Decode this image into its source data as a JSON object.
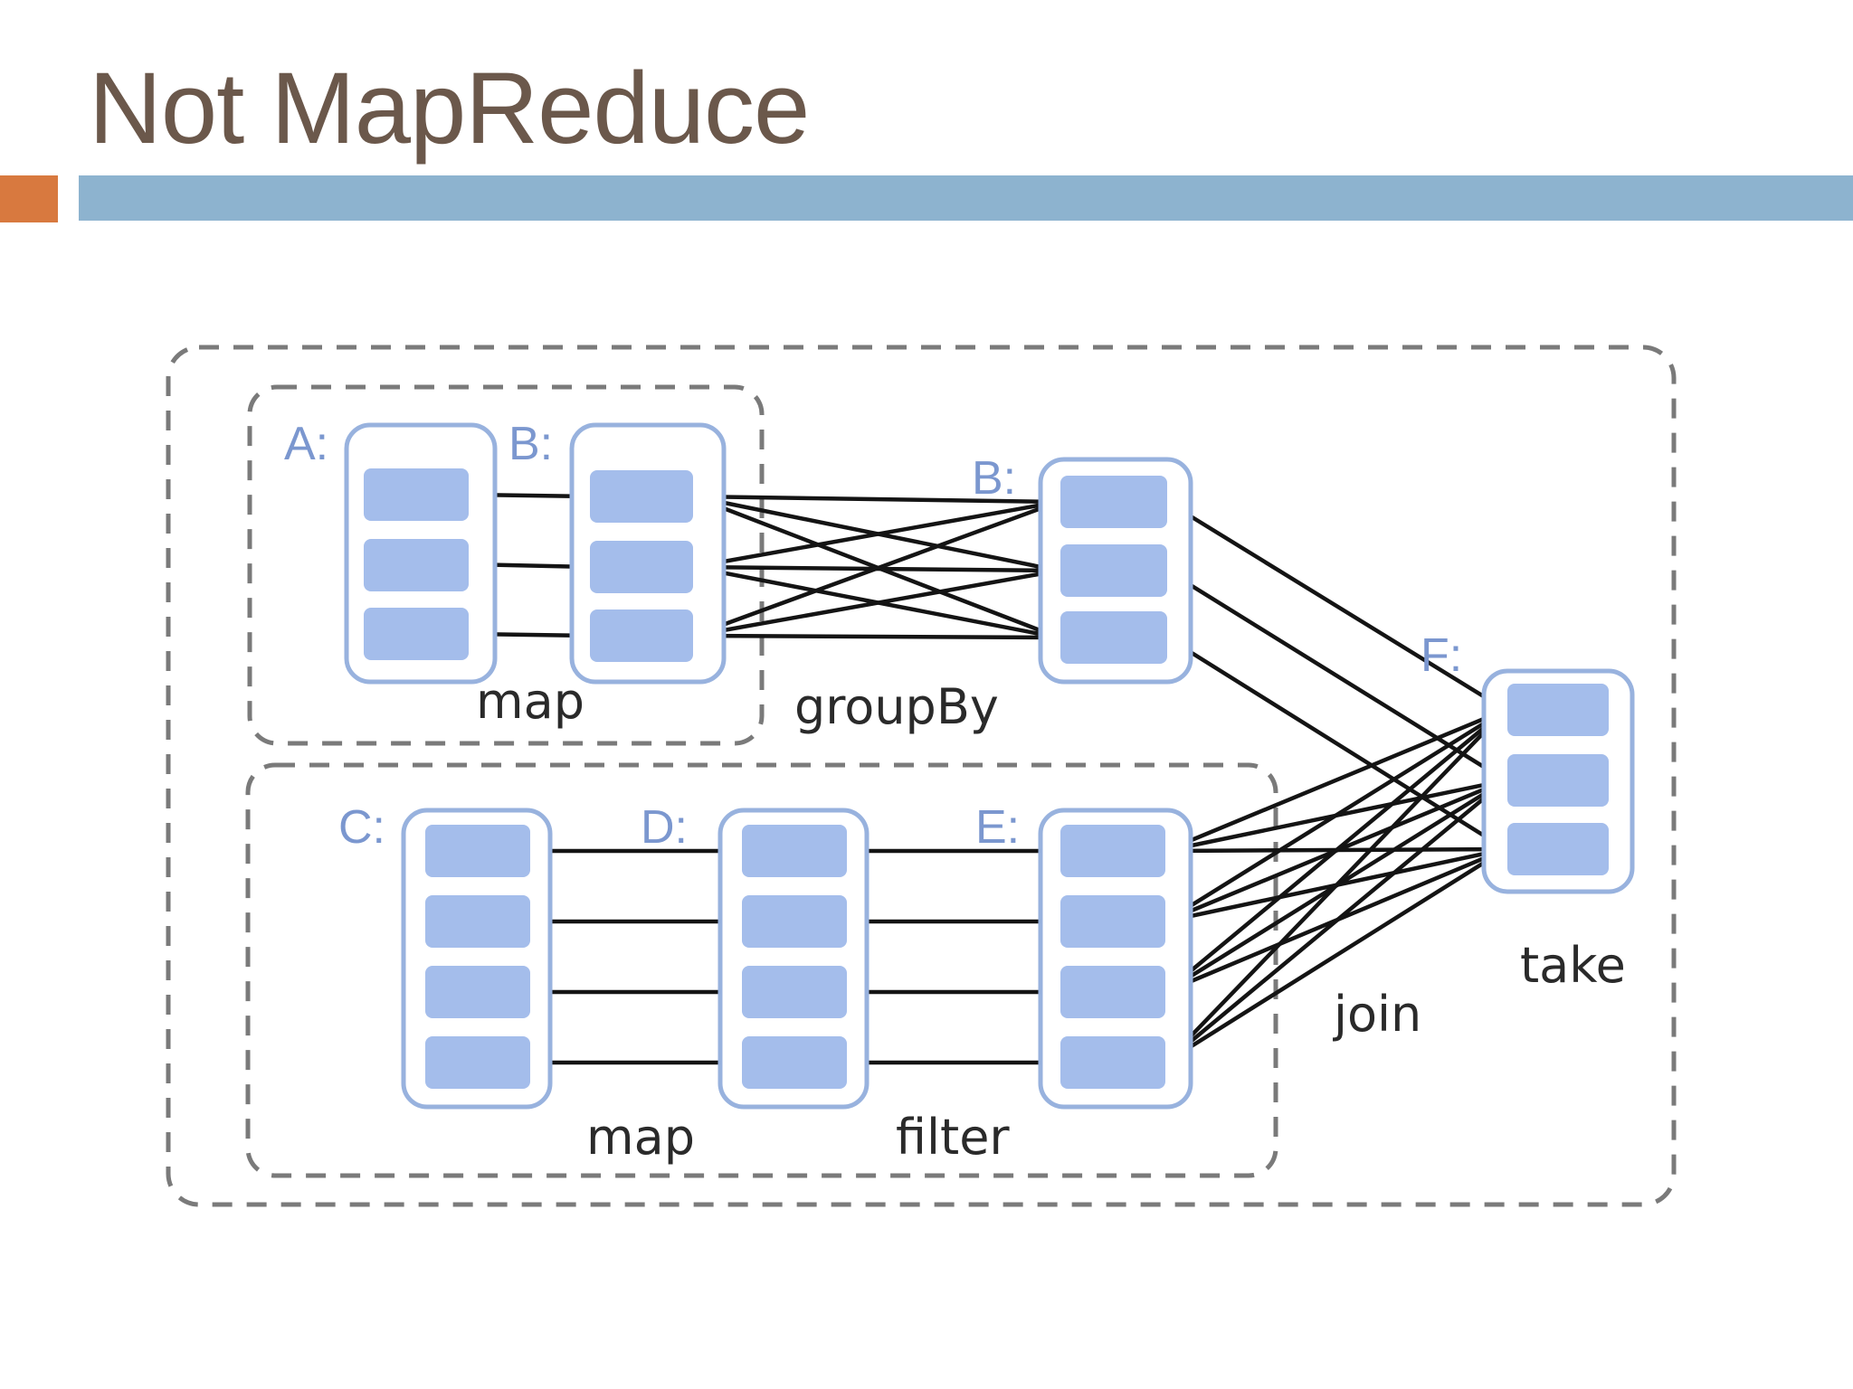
{
  "slide": {
    "title": "Not MapReduce",
    "colors": {
      "title": "#6b584b",
      "accent_square": "#d8793f",
      "title_rule": "#8db3cf"
    }
  },
  "diagram": {
    "colors": {
      "partition_fill": "#a4bdeb",
      "rdd_border": "#98b2de",
      "dataset_label": "#7b97cf",
      "stage_border": "#7a7a7a",
      "edge": "#141414"
    },
    "datasets": [
      {
        "id": "A1",
        "label": "A:",
        "partitions": 3
      },
      {
        "id": "B1",
        "label": "B:",
        "partitions": 3
      },
      {
        "id": "B2",
        "label": "B:",
        "partitions": 3
      },
      {
        "id": "C",
        "label": "C:",
        "partitions": 4
      },
      {
        "id": "D",
        "label": "D:",
        "partitions": 4
      },
      {
        "id": "E",
        "label": "E:",
        "partitions": 4
      },
      {
        "id": "F",
        "label": "F:",
        "partitions": 3
      }
    ],
    "operations": [
      {
        "id": "map1",
        "label": "map",
        "from": "A1",
        "to": "B1",
        "kind": "narrow"
      },
      {
        "id": "groupBy",
        "label": "groupBy",
        "from": "B1",
        "to": "B2",
        "kind": "wide"
      },
      {
        "id": "map2",
        "label": "map",
        "from": "C",
        "to": "D",
        "kind": "narrow"
      },
      {
        "id": "filter",
        "label": "filter",
        "from": "D",
        "to": "E",
        "kind": "narrow"
      },
      {
        "id": "join",
        "label": "join",
        "from": "B2,E",
        "to": "F",
        "kind": "wide"
      },
      {
        "id": "take",
        "label": "take",
        "from": "F",
        "to": "",
        "kind": "action"
      }
    ],
    "stages": [
      "outer",
      "stage1",
      "stage2"
    ]
  }
}
